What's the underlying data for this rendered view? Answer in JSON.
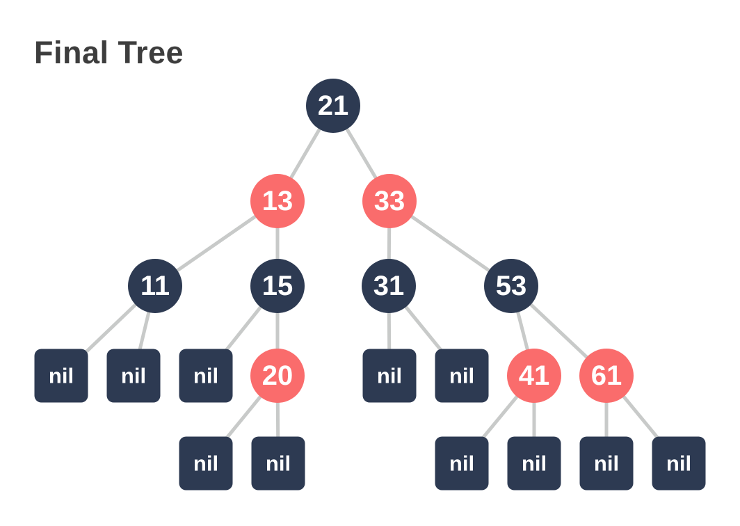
{
  "title": "Final Tree",
  "colors": {
    "background": "#ffffff",
    "title_text": "#3d3d3d",
    "node_text": "#ffffff",
    "edge": "#c8cac9",
    "black": "#2d3a52",
    "red": "#fa6c6c",
    "nil": "#2d3a52"
  },
  "tree": {
    "nodes": [
      {
        "id": "n21",
        "label": "21",
        "kind": "black"
      },
      {
        "id": "n13",
        "label": "13",
        "kind": "red"
      },
      {
        "id": "n33",
        "label": "33",
        "kind": "red"
      },
      {
        "id": "n11",
        "label": "11",
        "kind": "black"
      },
      {
        "id": "n15",
        "label": "15",
        "kind": "black"
      },
      {
        "id": "n31",
        "label": "31",
        "kind": "black"
      },
      {
        "id": "n53",
        "label": "53",
        "kind": "black"
      },
      {
        "id": "n20",
        "label": "20",
        "kind": "red"
      },
      {
        "id": "n41",
        "label": "41",
        "kind": "red"
      },
      {
        "id": "n61",
        "label": "61",
        "kind": "red"
      },
      {
        "id": "nilA",
        "label": "nil",
        "kind": "nil"
      },
      {
        "id": "nilB",
        "label": "nil",
        "kind": "nil"
      },
      {
        "id": "nilC",
        "label": "nil",
        "kind": "nil"
      },
      {
        "id": "nilD",
        "label": "nil",
        "kind": "nil"
      },
      {
        "id": "nilE",
        "label": "nil",
        "kind": "nil"
      },
      {
        "id": "nilF",
        "label": "nil",
        "kind": "nil"
      },
      {
        "id": "nilG",
        "label": "nil",
        "kind": "nil"
      },
      {
        "id": "nilH",
        "label": "nil",
        "kind": "nil"
      },
      {
        "id": "nilI",
        "label": "nil",
        "kind": "nil"
      },
      {
        "id": "nilJ",
        "label": "nil",
        "kind": "nil"
      },
      {
        "id": "nilK",
        "label": "nil",
        "kind": "nil"
      }
    ],
    "edges": [
      [
        "n21",
        "n13"
      ],
      [
        "n21",
        "n33"
      ],
      [
        "n13",
        "n11"
      ],
      [
        "n13",
        "n15"
      ],
      [
        "n33",
        "n31"
      ],
      [
        "n33",
        "n53"
      ],
      [
        "n11",
        "nilA"
      ],
      [
        "n11",
        "nilB"
      ],
      [
        "n15",
        "nilC"
      ],
      [
        "n15",
        "n20"
      ],
      [
        "n31",
        "nilD"
      ],
      [
        "n31",
        "nilE"
      ],
      [
        "n53",
        "n41"
      ],
      [
        "n53",
        "n61"
      ],
      [
        "n20",
        "nilF"
      ],
      [
        "n20",
        "nilG"
      ],
      [
        "n41",
        "nilH"
      ],
      [
        "n41",
        "nilI"
      ],
      [
        "n61",
        "nilJ"
      ],
      [
        "n61",
        "nilK"
      ]
    ]
  }
}
